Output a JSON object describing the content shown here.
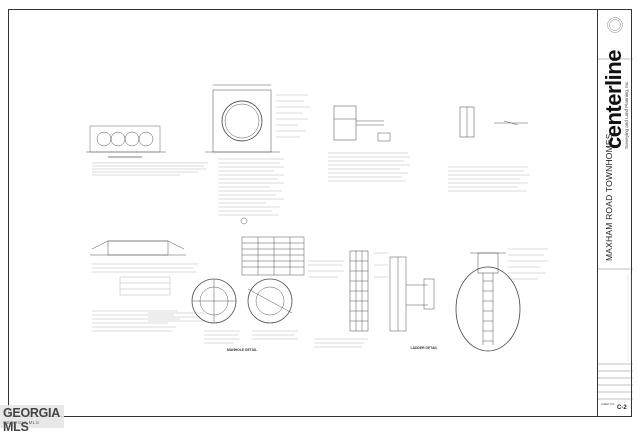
{
  "title_block": {
    "brand": "centerline",
    "firm_line": "Surveying and Land Planning, Inc.",
    "project_name": "MAXHAM ROAD TOWNHOMES",
    "sheet_label": "SHEET NO.",
    "sheet_number": "C-2"
  },
  "watermark": {
    "brand": "GEORGIA MLS",
    "sub": "GEORGIA MLS"
  },
  "details": {
    "manhole": "MANHOLE DETAIL",
    "ladder": "LADDER DETAIL"
  }
}
